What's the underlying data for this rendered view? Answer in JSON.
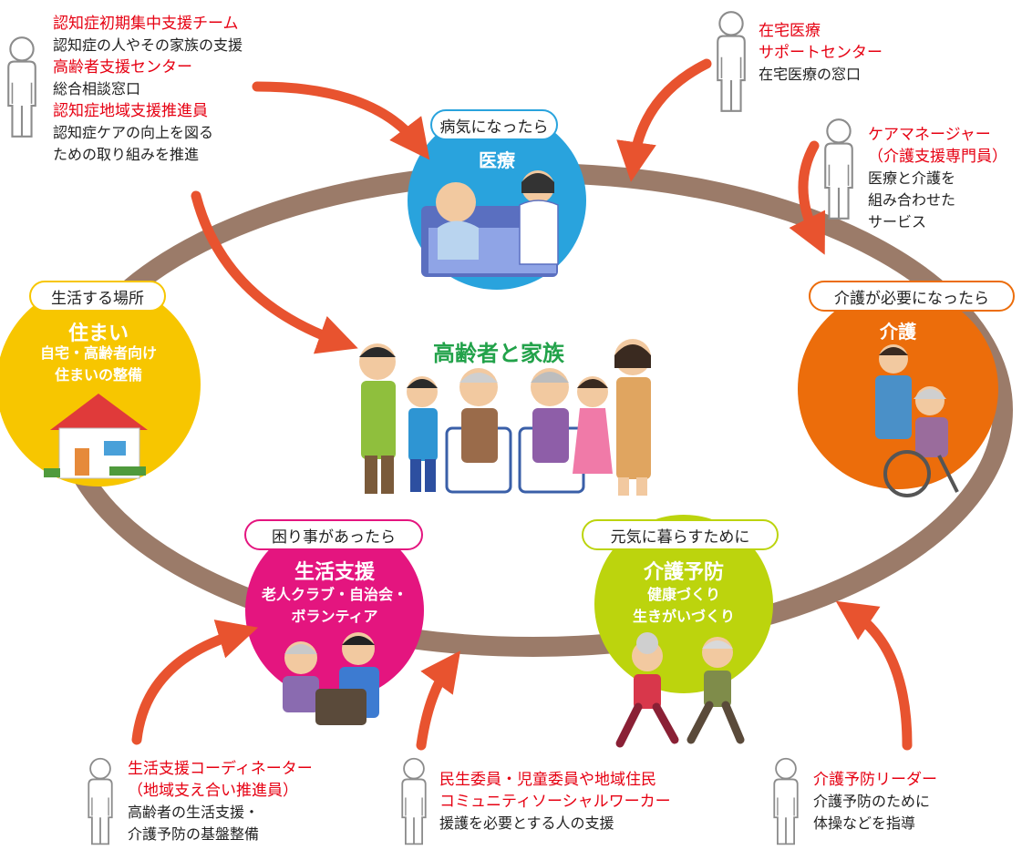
{
  "center": {
    "title": "高齢者と家族"
  },
  "hubs": {
    "medical": {
      "tag": "病気になったら",
      "title": "医療"
    },
    "care": {
      "tag": "介護が必要になったら",
      "title": "介護"
    },
    "housing": {
      "tag": "生活する場所",
      "title": "住まい",
      "sub1": "自宅・高齢者向け",
      "sub2": "住まいの整備"
    },
    "support": {
      "tag": "困り事があったら",
      "title": "生活支援",
      "sub1": "老人クラブ・自治会・",
      "sub2": "ボランティア"
    },
    "prevention": {
      "tag": "元気に暮らすために",
      "title": "介護予防",
      "sub1": "健康づくり",
      "sub2": "生きがいづくり"
    }
  },
  "actors": {
    "top_left": [
      {
        "title": "認知症初期集中支援チーム",
        "desc": [
          "認知症の人やその家族の支援"
        ]
      },
      {
        "title": "高齢者支援センター",
        "desc": [
          "総合相談窓口"
        ]
      },
      {
        "title": "認知症地域支援推進員",
        "desc": [
          "認知症ケアの向上を図る",
          "ための取り組みを推進"
        ]
      }
    ],
    "top_right": {
      "title1": "在宅医療",
      "title2": "サポートセンター",
      "desc": "在宅医療の窓口"
    },
    "right": {
      "title1": "ケアマネージャー",
      "title2": "（介護支援専門員）",
      "desc1": "医療と介護を",
      "desc2": "組み合わせた",
      "desc3": "サービス"
    },
    "bottom_left": {
      "title1": "生活支援コーディネーター",
      "title2": "（地域支え合い推進員）",
      "desc1": "高齢者の生活支援・",
      "desc2": "介護予防の基盤整備"
    },
    "bottom_center": {
      "title1": "民生委員・児童委員や地域住民",
      "title2": "コミュニティソーシャルワーカー",
      "desc": "援護を必要とする人の支援"
    },
    "bottom_right": {
      "title": "介護予防リーダー",
      "desc1": "介護予防のために",
      "desc2": "体操などを指導"
    }
  },
  "colors": {
    "ring": "#9b7b69",
    "arrow": "#e8532f",
    "medical": "#29a3dd",
    "care": "#ec6d0b",
    "housing": "#f7c600",
    "support": "#e4157f",
    "prevention": "#bcd40d",
    "center_title": "#22a24a",
    "actor_title": "#e60012"
  }
}
